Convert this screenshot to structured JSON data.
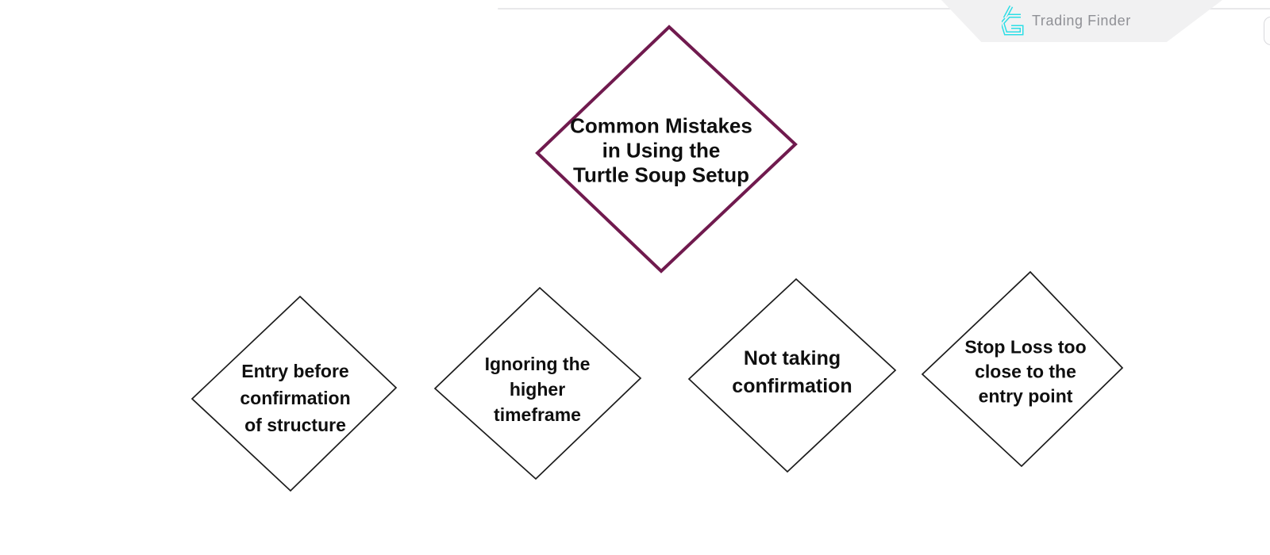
{
  "page": {
    "background": "#ffffff"
  },
  "header": {
    "divider_color": "#e8e8ea",
    "brand": {
      "name": "Trading Finder",
      "icon": "trading-finder-logo",
      "icon_color": "#2cdee6",
      "text_color": "#8f9095",
      "badge_bg": "#f1f1f2"
    }
  },
  "diagram": {
    "title_node": {
      "label": "Common Mistakes\nin Using the\nTurtle Soup Setup",
      "border_color": "#701a4e"
    },
    "node_border_color": "#1b1b1b",
    "text_color": "#0f0f0f",
    "mistake_nodes": [
      {
        "label": "Entry before\nconfirmation\nof structure"
      },
      {
        "label": "Ignoring the\nhigher\ntimeframe"
      },
      {
        "label": "Not taking\nconfirmation"
      },
      {
        "label": "Stop Loss too\nclose to the\nentry point"
      }
    ]
  }
}
